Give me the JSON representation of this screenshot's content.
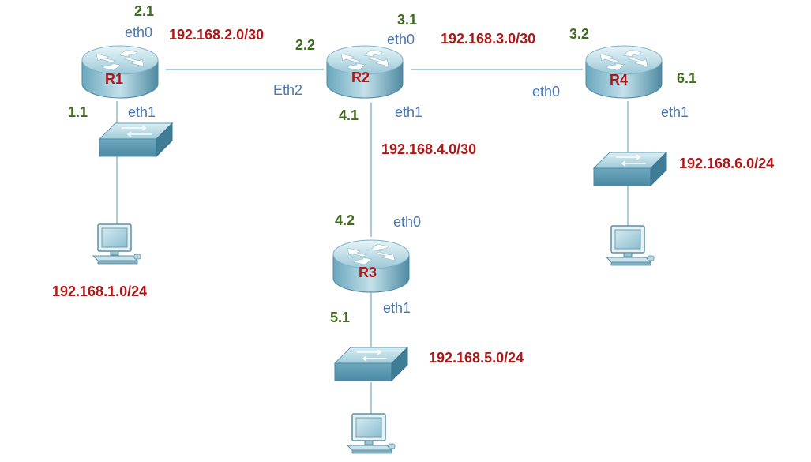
{
  "colors": {
    "iface": "#4a76b3",
    "host_octet": "#3f6b1e",
    "network": "#b01818",
    "router_label": "#b01818",
    "link": "#8fbcd0",
    "device": "#5d9fb8"
  },
  "routers": {
    "r1": {
      "name": "R1"
    },
    "r2": {
      "name": "R2"
    },
    "r3": {
      "name": "R3"
    },
    "r4": {
      "name": "R4"
    }
  },
  "interfaces": {
    "r1_eth0": "eth0",
    "r1_eth1": "eth1",
    "r2_eth0": "eth0",
    "r2_eth1": "eth1",
    "r2_eth2": "Eth2",
    "r3_eth0": "eth0",
    "r3_eth1": "eth1",
    "r4_eth0": "eth0",
    "r4_eth1": "eth1"
  },
  "addresses": {
    "r1_2": "2.1",
    "r1_1": "1.1",
    "r2_2": "2.2",
    "r2_3": "3.1",
    "r2_4": "4.1",
    "r3_4": "4.2",
    "r3_5": "5.1",
    "r4_3": "3.2",
    "r4_6": "6.1"
  },
  "networks": {
    "n1": "192.168.1.0/24",
    "n2": "192.168.2.0/30",
    "n3": "192.168.3.0/30",
    "n4": "192.168.4.0/30",
    "n5": "192.168.5.0/24",
    "n6": "192.168.6.0/24"
  },
  "icons": {
    "router": "router-icon",
    "switch": "switch-icon",
    "computer": "computer-icon"
  }
}
